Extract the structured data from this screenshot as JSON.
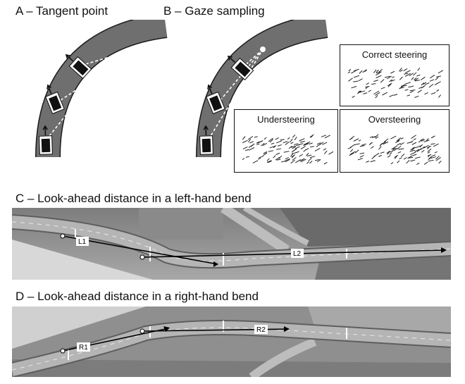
{
  "panels": {
    "a": {
      "title": "A – Tangent point"
    },
    "b": {
      "title": "B – Gaze sampling",
      "boxes": {
        "correct": "Correct steering",
        "under": "Understeering",
        "over": "Oversteering"
      }
    },
    "c": {
      "title": "C – Look-ahead distance in a left-hand bend",
      "labels": [
        "L1",
        "L2"
      ]
    },
    "d": {
      "title": "D – Look-ahead distance in a right-hand bend",
      "labels": [
        "R1",
        "R2"
      ]
    }
  }
}
